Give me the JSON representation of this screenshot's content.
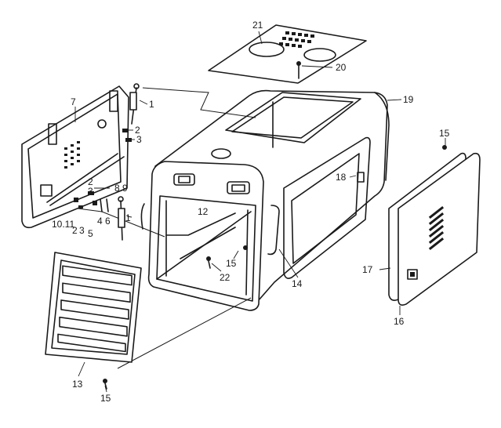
{
  "diagram": {
    "labels": [
      {
        "id": "l21",
        "text": "21"
      },
      {
        "id": "l20",
        "text": "20"
      },
      {
        "id": "l19",
        "text": "19"
      },
      {
        "id": "l7",
        "text": "7"
      },
      {
        "id": "l1a",
        "text": "1"
      },
      {
        "id": "l2a",
        "text": "2"
      },
      {
        "id": "l3a",
        "text": "3"
      },
      {
        "id": "l2b",
        "text": "2"
      },
      {
        "id": "l3b",
        "text": "3"
      },
      {
        "id": "l89",
        "text": "8.9"
      },
      {
        "id": "l1b",
        "text": "1"
      },
      {
        "id": "l1011",
        "text": "10.11"
      },
      {
        "id": "l2c",
        "text": "2"
      },
      {
        "id": "l3c",
        "text": "3"
      },
      {
        "id": "l5",
        "text": "5"
      },
      {
        "id": "l4",
        "text": "4"
      },
      {
        "id": "l6",
        "text": "6"
      },
      {
        "id": "l12",
        "text": "12"
      },
      {
        "id": "l15a",
        "text": "15"
      },
      {
        "id": "l22",
        "text": "22"
      },
      {
        "id": "l18",
        "text": "18"
      },
      {
        "id": "l14",
        "text": "14"
      },
      {
        "id": "l15b",
        "text": "15"
      },
      {
        "id": "l17",
        "text": "17"
      },
      {
        "id": "l16",
        "text": "16"
      },
      {
        "id": "l13",
        "text": "13"
      },
      {
        "id": "l15c",
        "text": "15"
      }
    ]
  }
}
